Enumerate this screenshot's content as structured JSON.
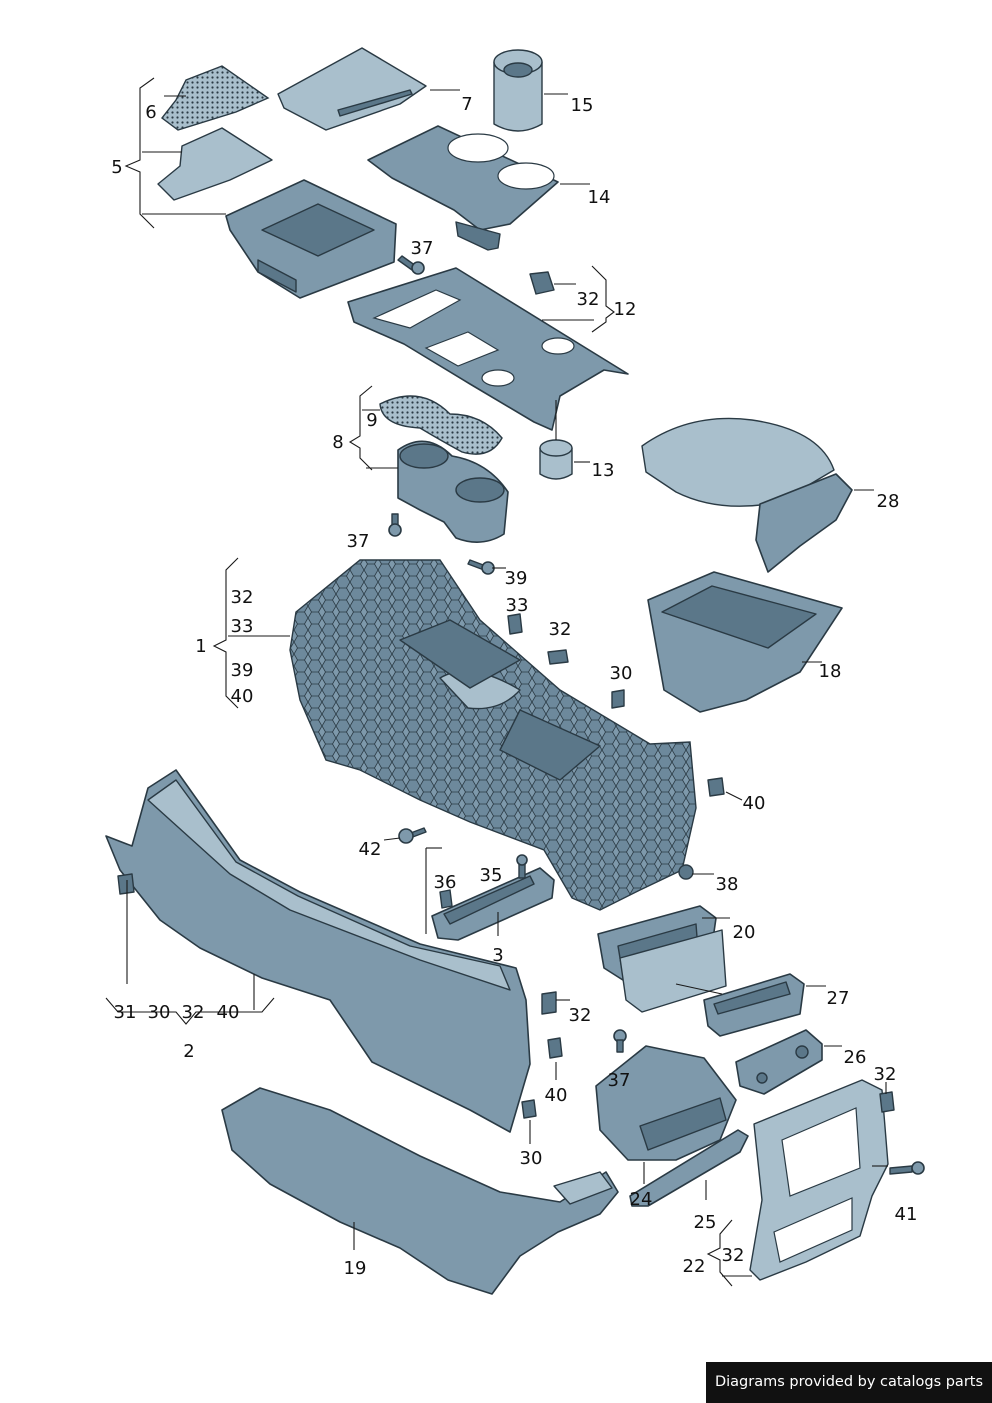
{
  "labels": {
    "p1": "1",
    "p2": "2",
    "p3": "3",
    "p5": "5",
    "p6": "6",
    "p7": "7",
    "p8": "8",
    "p9": "9",
    "p12": "12",
    "p13": "13",
    "p14": "14",
    "p15": "15",
    "p18": "18",
    "p19": "19",
    "p20": "20",
    "p22": "22",
    "p24": "24",
    "p25": "25",
    "p26": "26",
    "p27": "27",
    "p28": "28",
    "p30a": "30",
    "p30b": "30",
    "p32a": "32",
    "p32b": "32",
    "p32c": "32",
    "p32d": "32",
    "p32e": "32",
    "p32f": "32",
    "p33a": "33",
    "p33b": "33",
    "p35": "35",
    "p36": "36",
    "p37a": "37",
    "p37b": "37",
    "p37c": "37",
    "p38": "38",
    "p39a": "39",
    "p39b": "39",
    "p40a": "40",
    "p40b": "40",
    "p40c": "40",
    "p41": "41",
    "p42": "42",
    "g2_31": "31",
    "g2_30": "30",
    "g2_32": "32",
    "g2_40": "40",
    "g22_32": "32",
    "g1_32": "32",
    "g1_40": "40"
  },
  "credit": "Diagrams provided by catalogs parts",
  "colors": {
    "part": "#7e99ab",
    "outline": "#2a3a44",
    "credit_bg": "#111111"
  }
}
